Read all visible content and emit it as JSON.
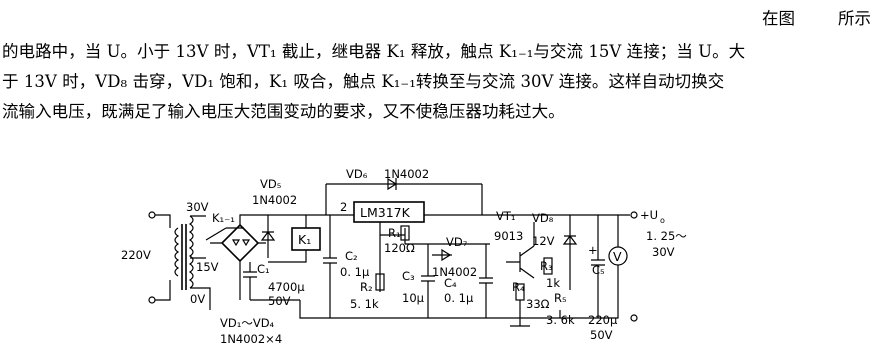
{
  "text": {
    "line0_a": "在图",
    "line0_b": "所示",
    "line1": "的电路中，当 U。小于 13V 时，VT₁ 截止，继电器 K₁ 释放，触点 K₁₋₁与交流 15V 连接；当 U。大",
    "line2": "于 13V 时，VD₈ 击穿，VD₁ 饱和，K₁ 吸合，触点 K₁₋₁转换至与交流 30V 连接。这样自动切换交",
    "line3": "流输入电压，既满足了输入电压大范围变动的要求，又不使稳压器功耗过大。"
  },
  "circuit": {
    "input_voltage": "220V",
    "tap_30v": "30V",
    "tap_15v": "15V",
    "tap_0v": "0V",
    "relay_contact": "K₁₋₁",
    "relay_coil": "K₁",
    "vd5_label": "VD₅",
    "vd5_part": "1N4002",
    "vd6_label": "VD₆",
    "vd6_part": "1N4002",
    "regulator": "LM317K",
    "pin_2": "2",
    "c1_label": "C₁",
    "c1_value": "4700μ",
    "c1_voltage": "50V",
    "c2_label": "C₂",
    "c2_value": "0. 1μ",
    "r1_label": "R₁",
    "r1_value": "120Ω",
    "r2_label": "R₂",
    "r2_value": "5. 1k",
    "c3_label": "C₃",
    "c3_value": "10μ",
    "c4_label": "C₄",
    "c4_value": "0. 1μ",
    "vd7_label": "VD₇",
    "vd7_part": "1N4002",
    "vt1_label": "VT₁",
    "vt1_part": "9013",
    "vd8_label": "VD₈",
    "vd8_value": "12V",
    "r3_label": "R₃",
    "r3_value": "1k",
    "r4_label": "R₄",
    "r4_value": "33Ω",
    "r5_label": "R₅",
    "r5_value": "3. 6k",
    "c5_label": "C₅",
    "c5_value": "220μ",
    "c5_voltage": "50V",
    "meter": "V",
    "out_label": "+U",
    "out_sub": "o",
    "out_range_1": "1. 25～",
    "out_range_2": "30V",
    "bridge_label": "VD₁～VD₄",
    "bridge_part": "1N4002×4"
  }
}
